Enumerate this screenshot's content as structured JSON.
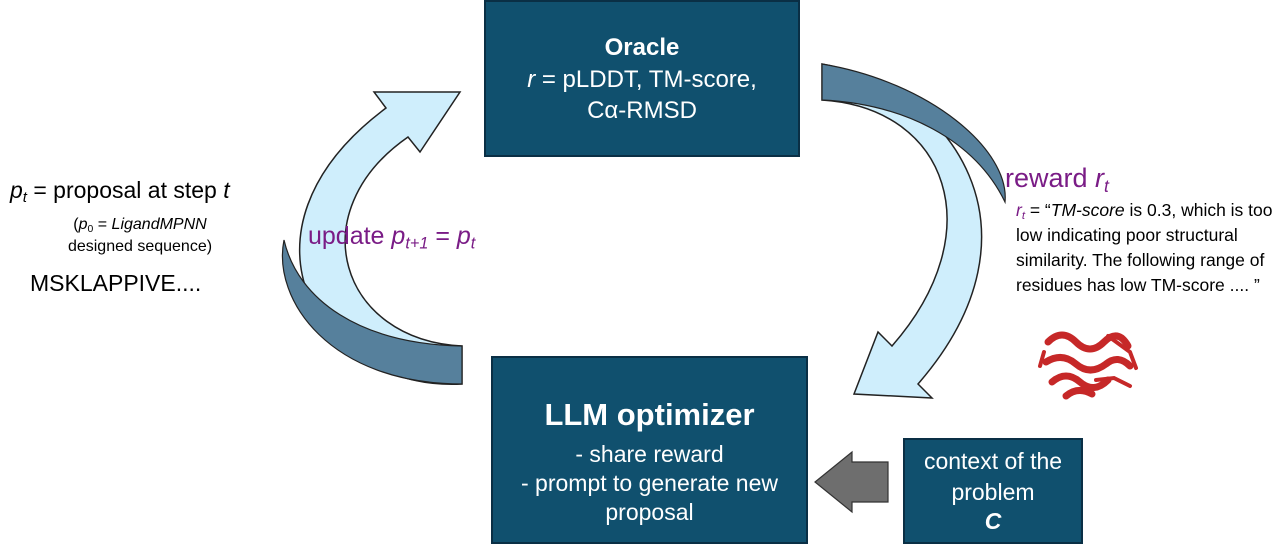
{
  "oracle": {
    "title": "Oracle",
    "reward_var": "r",
    "reward_def": " = pLDDT, TM-score,",
    "reward_def_2": "Cα-RMSD"
  },
  "llm_optimizer": {
    "title": "LLM optimizer",
    "item_1": "- share reward",
    "item_2": "- prompt to generate new",
    "item_3": "proposal"
  },
  "context": {
    "line_1": "context of the",
    "line_2": "problem",
    "symbol": "C"
  },
  "proposal": {
    "var": "p",
    "sub": "t",
    "def": " = proposal at step ",
    "step": "t",
    "note_var": "p",
    "note_sub": "0",
    "note_eq": " = ",
    "note_model": "LigandMPNN",
    "note_rest": "designed sequence)",
    "sequence": "MSKLAPPIVE...."
  },
  "update": {
    "word": "update ",
    "var": "p",
    "sub_next": "t+1",
    "eq": " = ",
    "var2": "p",
    "sub": "t"
  },
  "reward": {
    "word": "reward  ",
    "var": "r",
    "sub": "t",
    "desc_var": "r",
    "desc_sub": "t",
    "desc_eq": " = “",
    "desc_metric": "TM-score",
    "desc_text": " is 0.3, which is too low indicating poor structural similarity. The following range of residues has low TM-score .... ”"
  },
  "colors": {
    "box_fill": "#10506e",
    "arrow_fill": "#cfeefc",
    "arrow_shade": "#56809c",
    "label_purple": "#7a1c86",
    "context_arrow": "#6e6e6e"
  }
}
